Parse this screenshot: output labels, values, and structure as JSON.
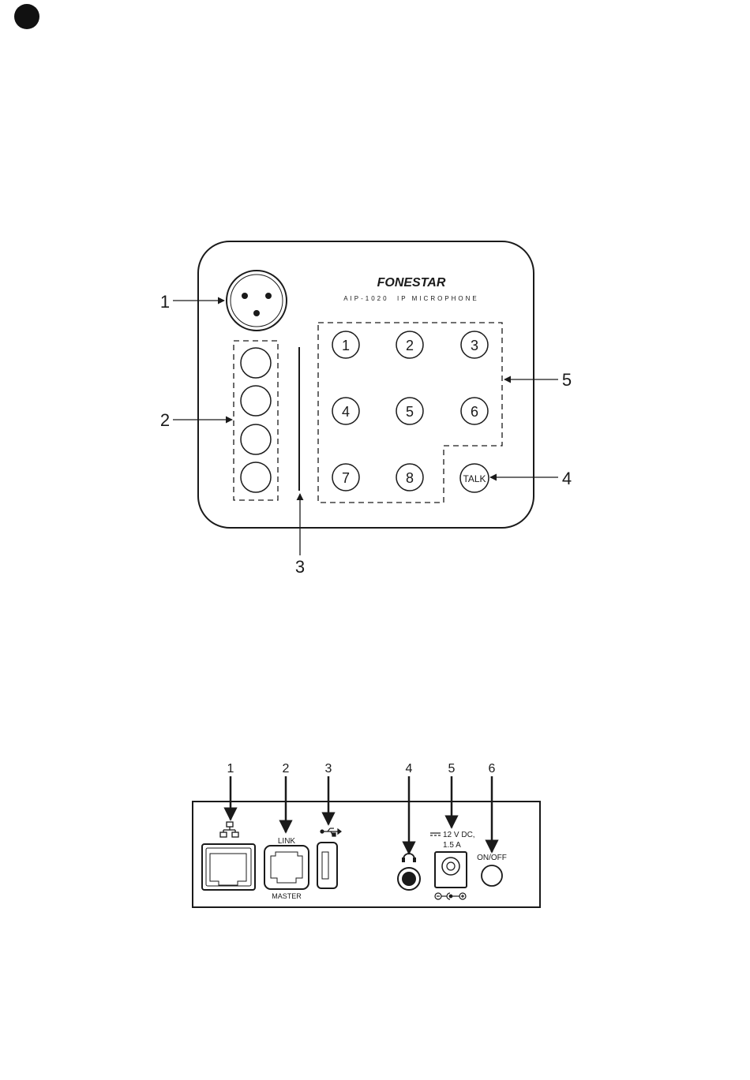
{
  "front_panel": {
    "brand": "FONESTAR",
    "model": "AIP-1020  IP MICROPHONE",
    "keys": [
      "1",
      "2",
      "3",
      "4",
      "5",
      "6",
      "7",
      "8"
    ],
    "talk_key": "TALK",
    "callouts": [
      "1",
      "2",
      "3",
      "4",
      "5"
    ]
  },
  "rear_panel": {
    "callouts": [
      "1",
      "2",
      "3",
      "4",
      "5",
      "6"
    ],
    "link_label": "LINK",
    "master_label": "MASTER",
    "power_label_line1": "12 V DC,",
    "power_label_line2": "1.5 A",
    "onoff_label": "ON/OFF"
  },
  "icons": [
    "network-icon",
    "usb-icon",
    "headphone-icon",
    "dc-symbol-icon",
    "polarity-icon"
  ]
}
